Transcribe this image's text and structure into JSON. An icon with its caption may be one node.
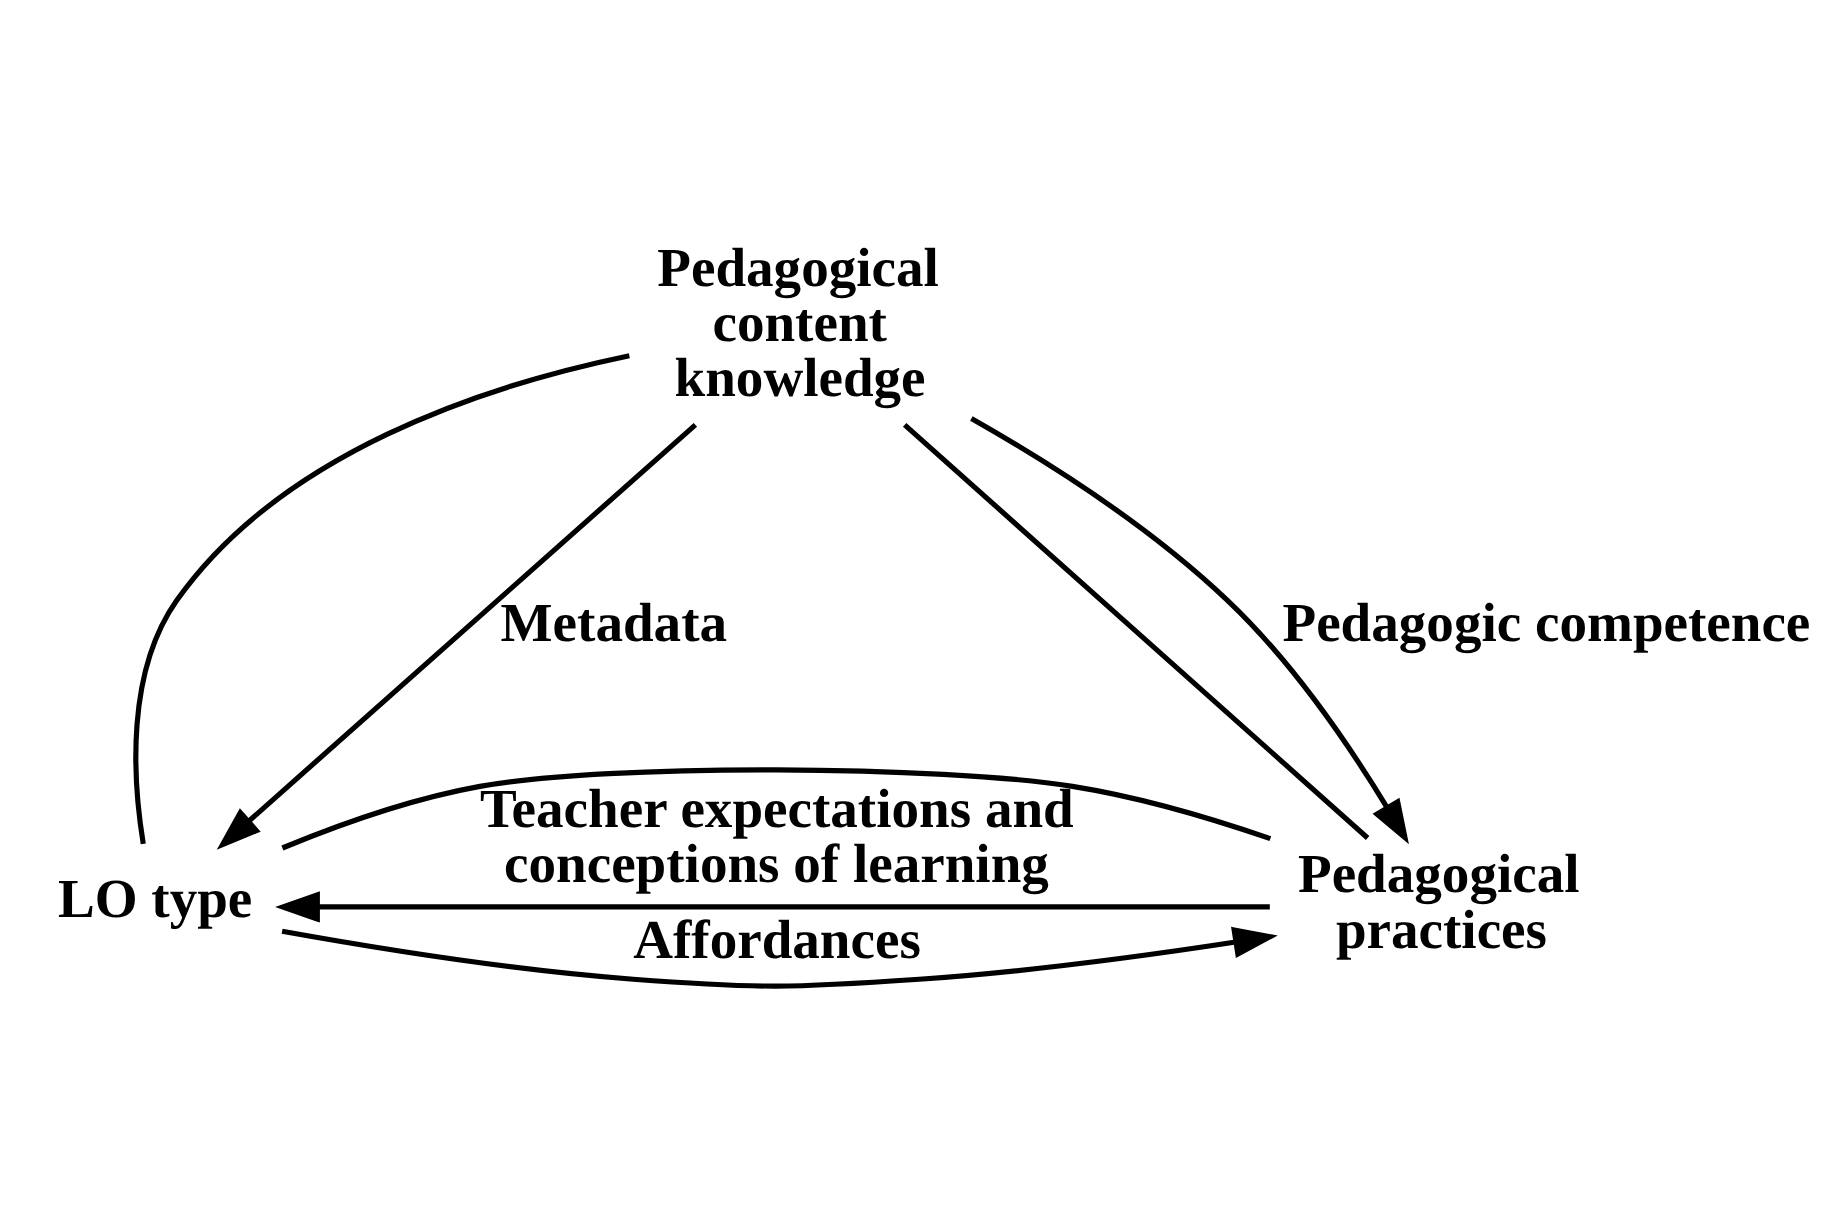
{
  "diagram": {
    "nodes": [
      {
        "text": [
          "Pedagogical content knowledge"
        ]
      },
      {
        "text": [
          "LO type"
        ]
      },
      {
        "text": [
          "Pedagogical practices"
        ]
      }
    ],
    "edges": [
      {
        "from": 0,
        "to": 1,
        "arrow": "none"
      },
      {
        "from": 0,
        "to": 2,
        "arrow": "none"
      },
      {
        "from": 1,
        "to": 2,
        "arrow": "none"
      },
      {
        "from": 0,
        "to": 1,
        "arrow": "to",
        "label": "Metadata"
      },
      {
        "from": 0,
        "to": 2,
        "arrow": "to",
        "label": "Pedagogic competence"
      },
      {
        "from": 1,
        "to": 2,
        "arrow": "to",
        "label": "Affordances"
      },
      {
        "from": 2,
        "to": 1,
        "arrow": "to",
        "label": "Teacher expectations and conceptions of learning"
      }
    ]
  }
}
